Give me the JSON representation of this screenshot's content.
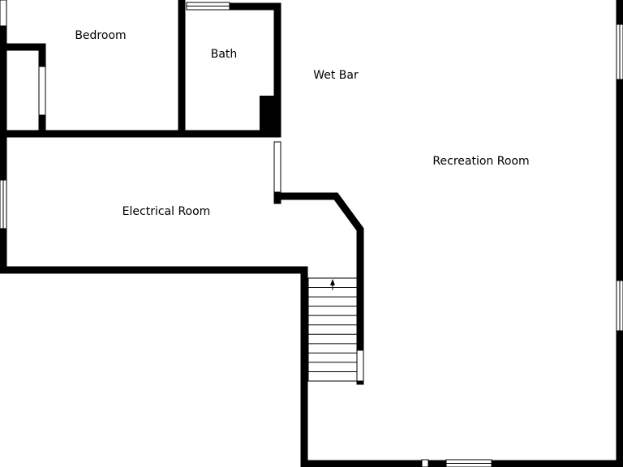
{
  "rooms": {
    "bedroom": "Bedroom",
    "bath": "Bath",
    "wet_bar": "Wet Bar",
    "recreation_room": "Recreation Room",
    "electrical_room": "Electrical Room"
  },
  "colors": {
    "wall": "#000000",
    "background": "#ffffff"
  },
  "stairs": {
    "direction": "up",
    "steps": 11
  }
}
